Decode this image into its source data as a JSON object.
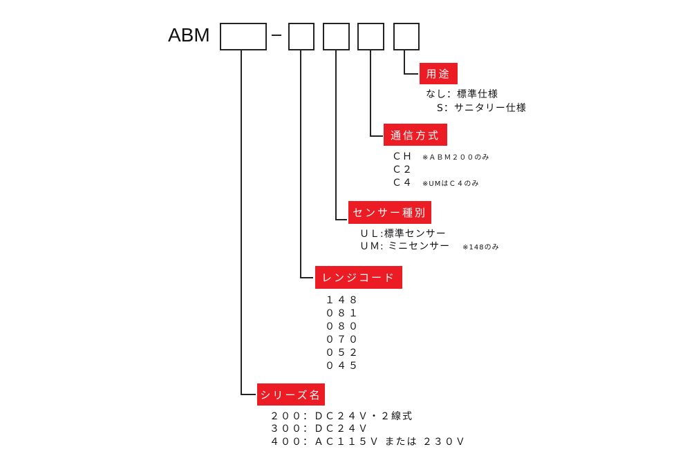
{
  "code": {
    "prefix": "ABM",
    "separator": "－"
  },
  "fields": {
    "usage": {
      "label": "用途",
      "options": [
        {
          "code": "なし",
          "desc": "標準仕様"
        },
        {
          "code": "S",
          "desc": "サニタリー仕様"
        }
      ]
    },
    "comm": {
      "label": "通信方式",
      "options": [
        {
          "code": "ＣＨ",
          "note": "※ＡＢＭ２００のみ"
        },
        {
          "code": "Ｃ２",
          "note": ""
        },
        {
          "code": "Ｃ４",
          "note": "※UMはＣ４のみ"
        }
      ]
    },
    "sensor": {
      "label": "センサー種別",
      "options": [
        {
          "code": "ＵＬ",
          "desc": "標準センサー",
          "note": ""
        },
        {
          "code": "ＵＭ",
          "desc": "ミニセンサー",
          "note": "※148のみ"
        }
      ]
    },
    "range": {
      "label": "レンジコード",
      "options": [
        "１４８",
        "０８１",
        "０８０",
        "０７０",
        "０５２",
        "０４５"
      ]
    },
    "series": {
      "label": "シリーズ名",
      "options": [
        "２００：ＤＣ２４Ｖ・２線式",
        "３００：ＤＣ２４Ｖ",
        "４００：ＡＣ１１５Ｖ または ２３０Ｖ"
      ]
    }
  },
  "colors": {
    "label_bg": "#ec1c24",
    "line": "#222222"
  }
}
